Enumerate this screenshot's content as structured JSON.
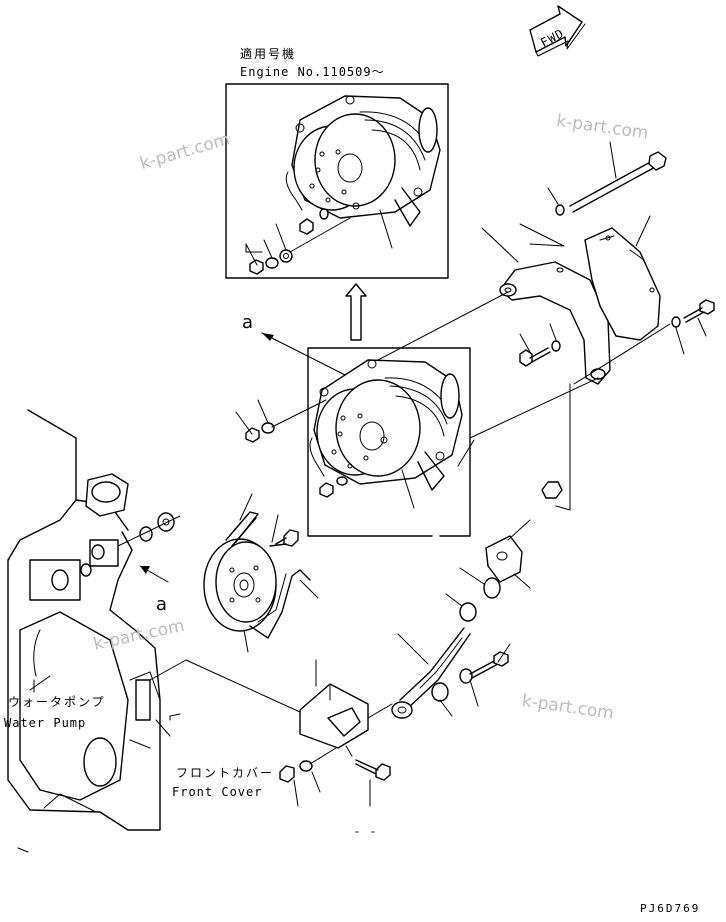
{
  "fwd_label": "FWD",
  "applicable": {
    "title_jp": "適用号機",
    "engine_no": "Engine No.110509～"
  },
  "callouts": {
    "a_top": "a",
    "a_bottom": "a"
  },
  "labels": {
    "water_pump_jp": "ウォータポンプ",
    "water_pump_en": "Water Pump",
    "front_cover_jp": "フロントカバー",
    "front_cover_en": "Front Cover"
  },
  "watermarks": [
    "k-part.com",
    "k-part.com",
    "k-part.com",
    "k-part.com"
  ],
  "drawing_code": "PJ6D769"
}
